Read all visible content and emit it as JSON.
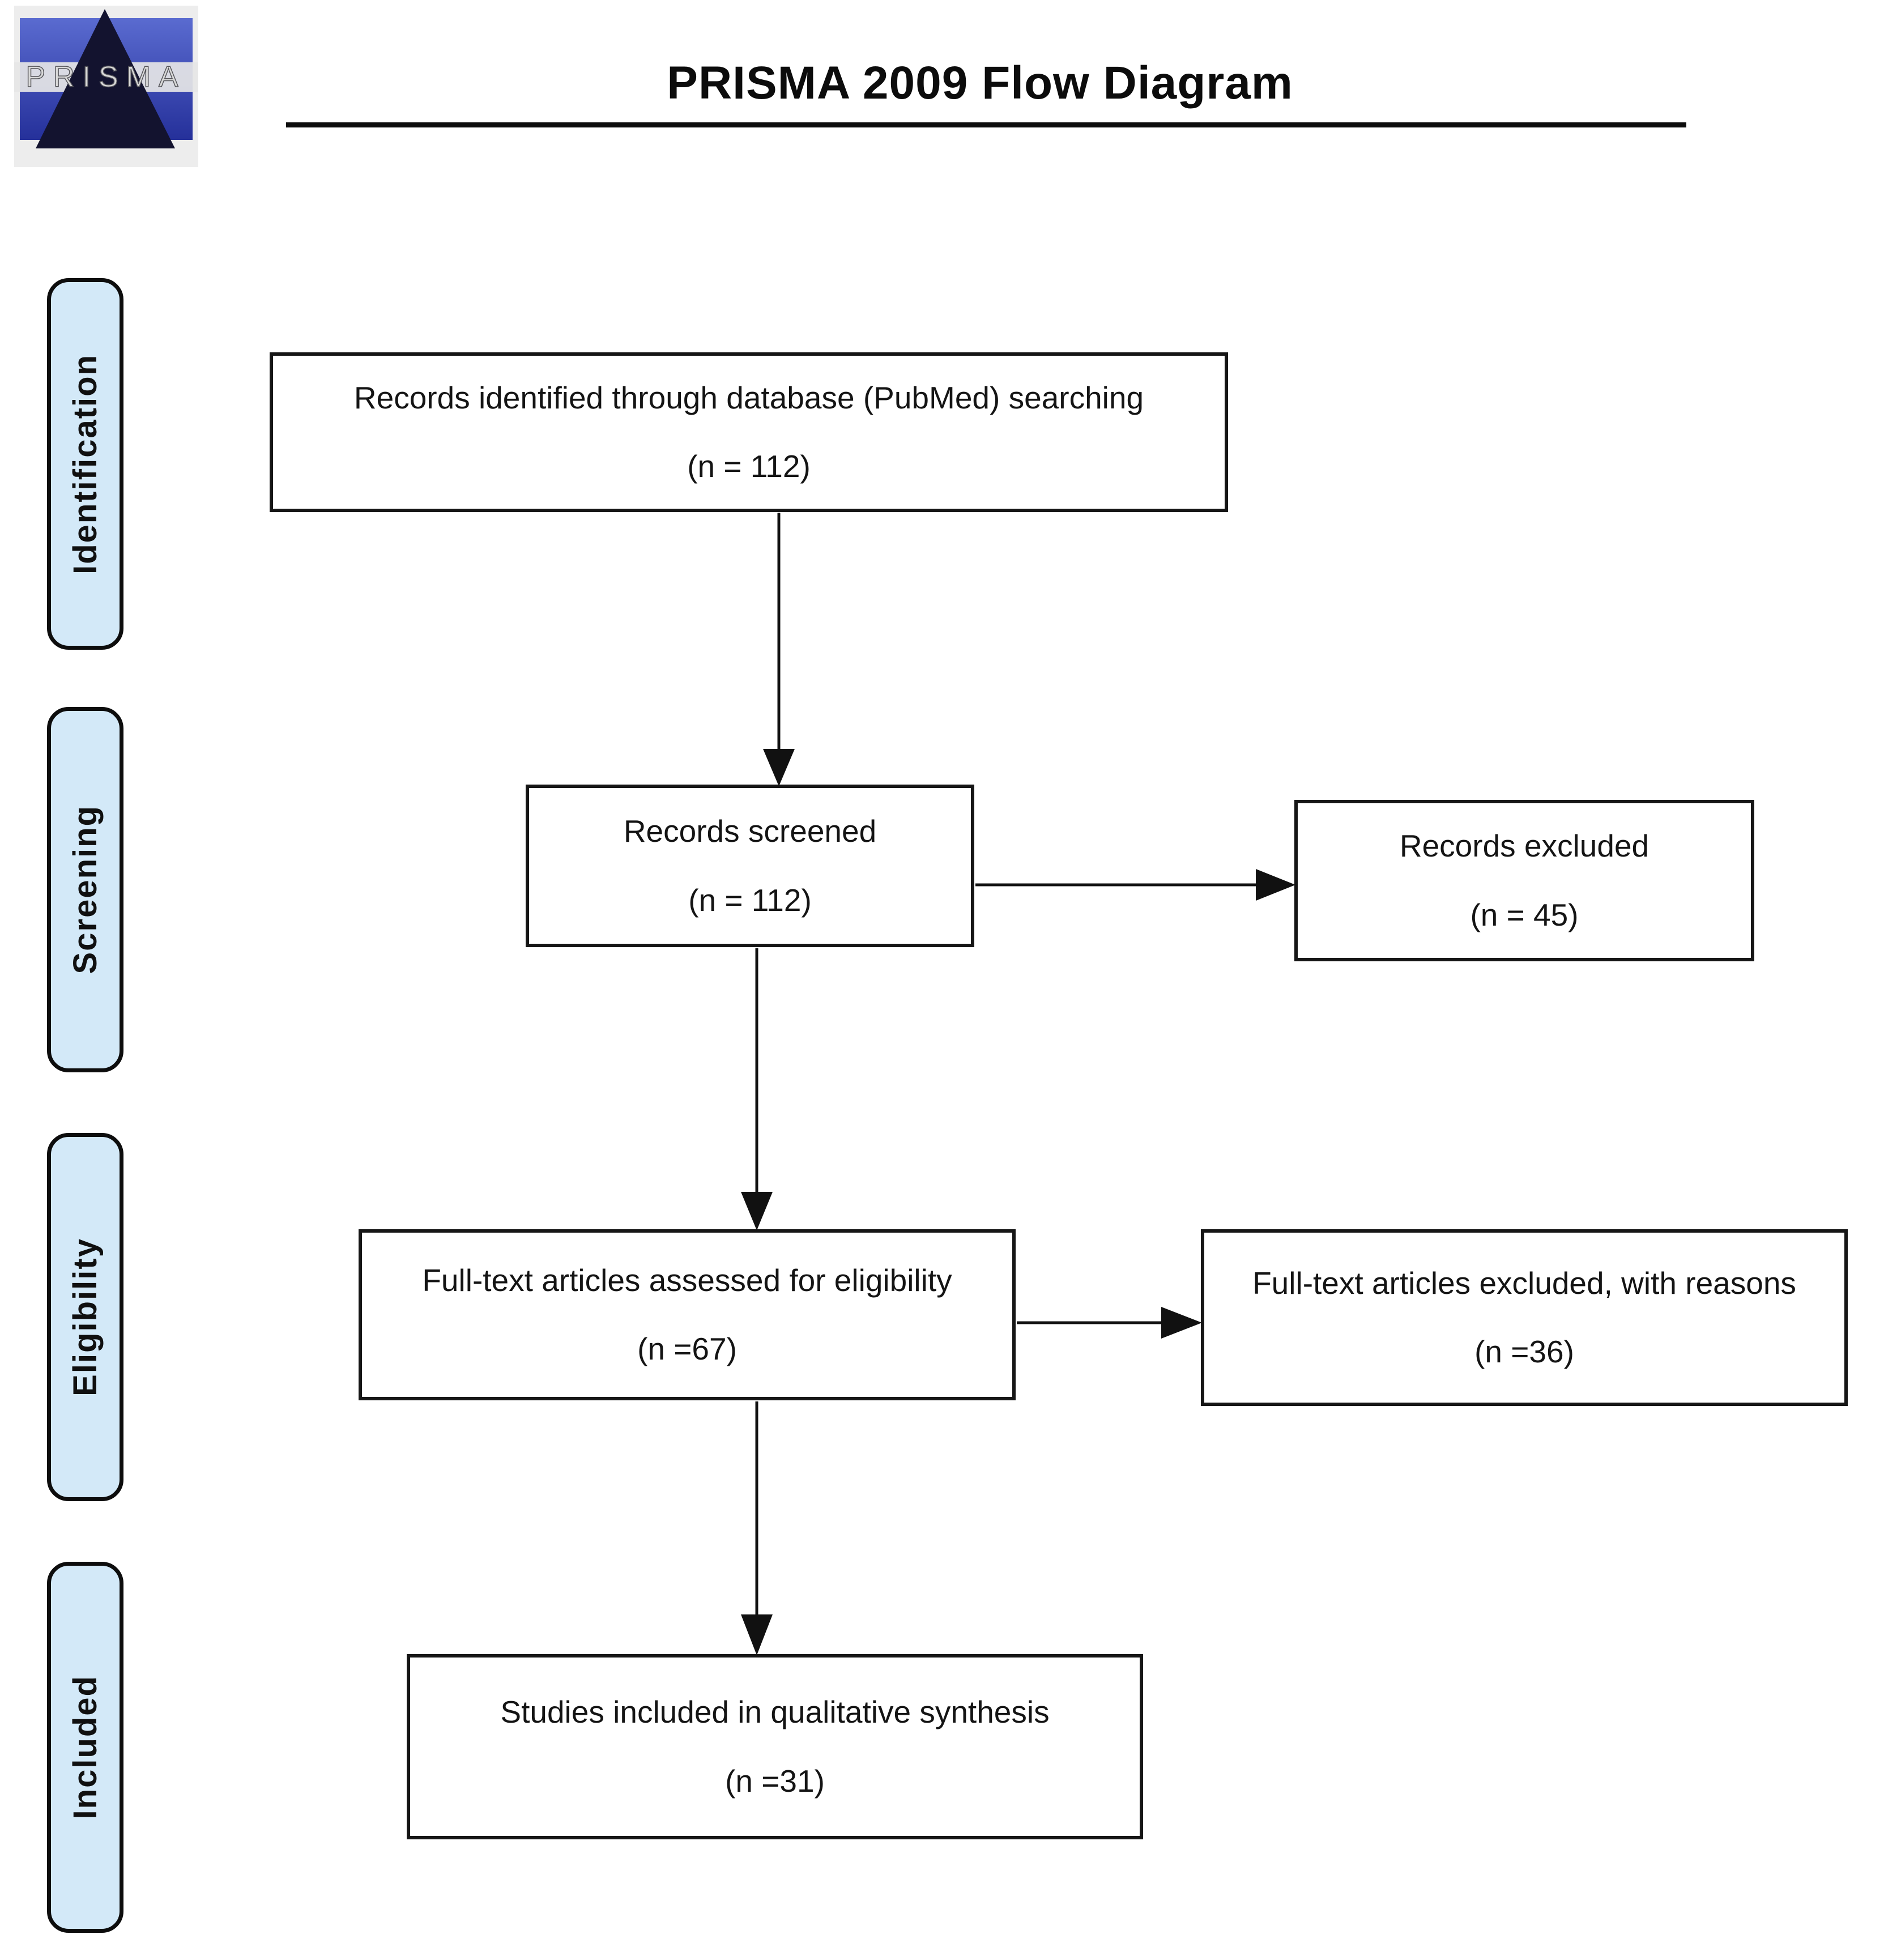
{
  "header": {
    "title": "PRISMA 2009 Flow Diagram",
    "logo_text": "PRISMA"
  },
  "sidebar": {
    "stages": [
      {
        "label": "Identification"
      },
      {
        "label": "Screening"
      },
      {
        "label": "Eligibility"
      },
      {
        "label": "Included"
      }
    ]
  },
  "flow": {
    "boxes": [
      {
        "line1": "Records identified through database (PubMed) searching",
        "line2": "(n = 112)"
      },
      {
        "line1": "Records screened",
        "line2": "(n = 112)"
      },
      {
        "line1": "Records excluded",
        "line2": "(n = 45)"
      },
      {
        "line1": "Full-text articles assessed for eligibility",
        "line2": "(n =67)"
      },
      {
        "line1": "Full-text articles excluded, with reasons",
        "line2": "(n =36)"
      },
      {
        "line1": "Studies included in qualitative synthesis",
        "line2": "(n =31)"
      }
    ]
  },
  "colors": {
    "stage_tab_fill": "#d3e9f8",
    "stage_tab_border": "#0d0d0d",
    "box_border": "#161616",
    "arrow": "#111111",
    "logo_blue": "#3a4cb4",
    "logo_triangle": "#13132f"
  }
}
